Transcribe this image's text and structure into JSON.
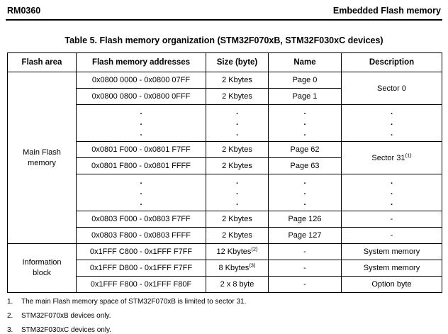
{
  "header": {
    "left": "RM0360",
    "right": "Embedded Flash memory"
  },
  "table": {
    "title": "Table 5. Flash memory organization (STM32F070xB, STM32F030xC devices)",
    "columns": [
      "Flash area",
      "Flash memory addresses",
      "Size (byte)",
      "Name",
      "Description"
    ],
    "areas": {
      "main_flash": "Main Flash memory",
      "information_block": "Information block"
    },
    "dots": [
      ".",
      ".",
      "."
    ],
    "rows": [
      {
        "address": "0x0800 0000 - 0x0800 07FF",
        "size": "2 Kbytes",
        "name": "Page 0",
        "description": "Sector 0"
      },
      {
        "address": "0x0800 0800 - 0x0800 0FFF",
        "size": "2 Kbytes",
        "name": "Page 1"
      },
      {
        "type": "dots"
      },
      {
        "address": "0x0801 F000 - 0x0801 F7FF",
        "size": "2 Kbytes",
        "name": "Page 62",
        "description": {
          "text": "Sector 31",
          "sup": "(1)"
        }
      },
      {
        "address": "0x0801 F800 - 0x0801 FFFF",
        "size": "2 Kbytes",
        "name": "Page 63"
      },
      {
        "type": "dots"
      },
      {
        "address": "0x0803 F000 - 0x0803 F7FF",
        "size": "2 Kbytes",
        "name": "Page 126",
        "description": "-"
      },
      {
        "address": "0x0803 F800 - 0x0803 FFFF",
        "size": "2 Kbytes",
        "name": "Page 127",
        "description": "-"
      },
      {
        "address": "0x1FFF C800 - 0x1FFF F7FF",
        "size": {
          "text": "12 Kbytes",
          "sup": "(2)"
        },
        "name": "-",
        "description": "System memory"
      },
      {
        "address": "0x1FFF D800 - 0x1FFF F7FF",
        "size": {
          "text": "8 Kbytes",
          "sup": "(3)"
        },
        "name": "-",
        "description": "System memory"
      },
      {
        "address": "0x1FFF F800 - 0x1FFF F80F",
        "size": "2 x 8 byte",
        "name": "-",
        "description": "Option byte"
      }
    ]
  },
  "footnotes": [
    {
      "num": "1.",
      "text": "The main Flash memory space of STM32F070xB is limited to sector 31."
    },
    {
      "num": "2.",
      "text": "STM32F070xB devices only."
    },
    {
      "num": "3.",
      "text": "STM32F030xC devices only."
    }
  ]
}
